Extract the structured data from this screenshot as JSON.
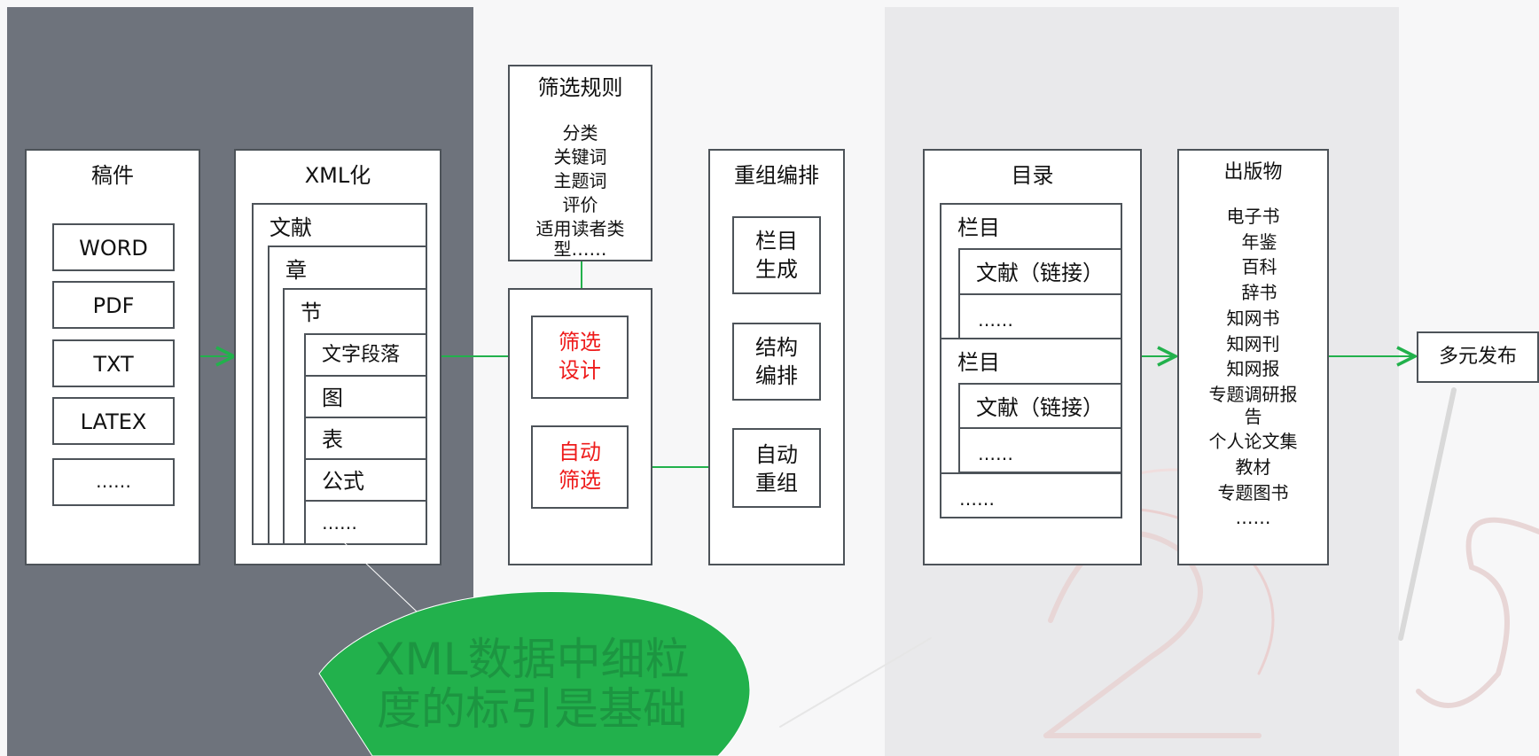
{
  "colors": {
    "left_panel": "#6e737c",
    "right_panel": "#e9e9eb",
    "arrow": "#22b14c",
    "bubble": "#22b14c",
    "highlight": "#ee1b1b"
  },
  "manuscript": {
    "title": "稿件",
    "formats": [
      "WORD",
      "PDF",
      "TXT",
      "LATEX",
      "……"
    ]
  },
  "xml": {
    "title": "XML化",
    "levels": [
      "文献",
      "章",
      "节"
    ],
    "items": [
      "文字段落",
      "图",
      "表",
      "公式",
      "……"
    ]
  },
  "rules": {
    "title": "筛选规则",
    "lines": [
      "分类",
      "关键词",
      "主题词",
      "评价",
      "适用读者类",
      "型……"
    ]
  },
  "filter": {
    "design": [
      "筛选",
      "设计"
    ],
    "auto": [
      "自动",
      "筛选"
    ]
  },
  "reorg": {
    "title": "重组编排",
    "generate": [
      "栏目",
      "生成"
    ],
    "structure": [
      "结构",
      "编排"
    ],
    "auto": [
      "自动",
      "重组"
    ]
  },
  "catalog": {
    "title": "目录",
    "column": "栏目",
    "doc_link": "文献（链接）",
    "more": "……"
  },
  "publications": {
    "title": "出版物",
    "items": [
      "电子书",
      "年鉴",
      "百科",
      "辞书",
      "知网书",
      "知网刊",
      "知网报",
      "专题调研报",
      "告",
      "个人论文集",
      "教材",
      "专题图书",
      "……"
    ]
  },
  "publish": {
    "label": "多元发布"
  },
  "callout": {
    "lines": [
      "XML数据中细粒",
      "度的标引是基础"
    ]
  }
}
